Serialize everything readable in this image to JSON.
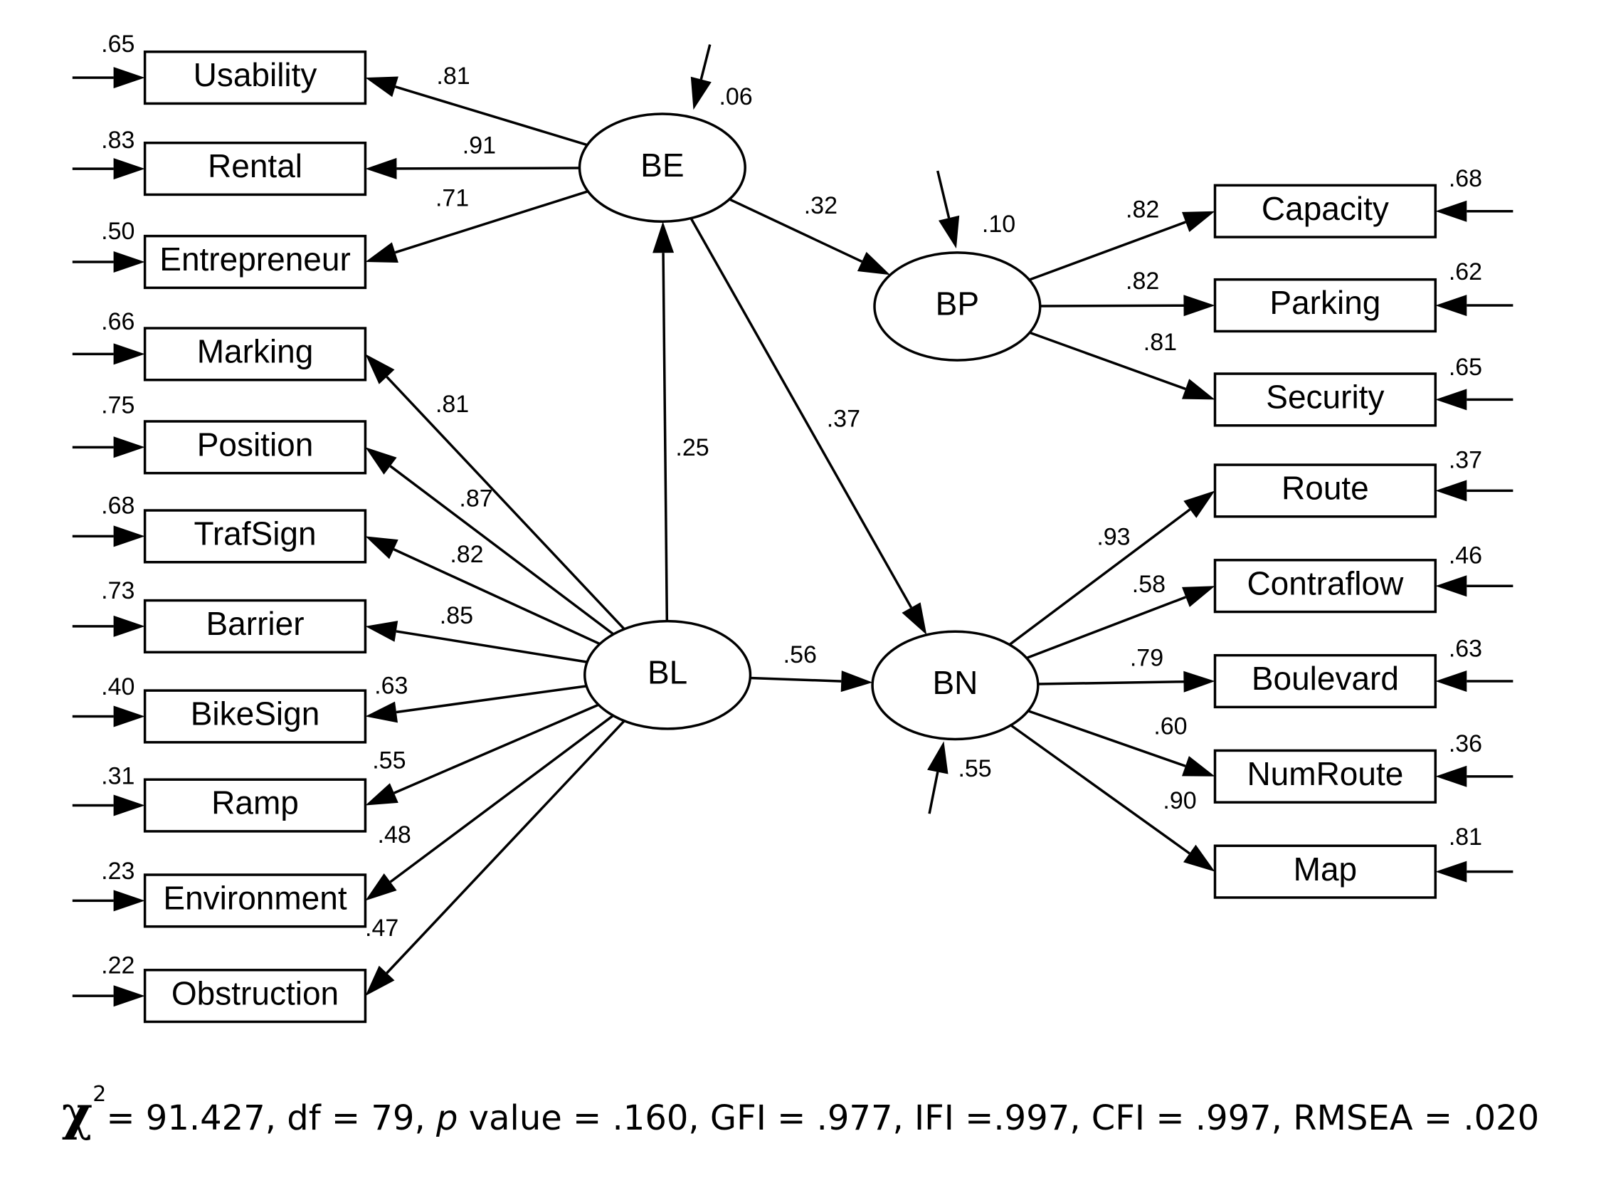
{
  "nodes": {
    "latent": [
      {
        "id": "BE",
        "label": "BE"
      },
      {
        "id": "BP",
        "label": "BP"
      },
      {
        "id": "BL",
        "label": "BL"
      },
      {
        "id": "BN",
        "label": "BN"
      }
    ],
    "observed": [
      {
        "id": "Usability",
        "label": "Usability"
      },
      {
        "id": "Rental",
        "label": "Rental"
      },
      {
        "id": "Entrepreneur",
        "label": "Entrepreneur"
      },
      {
        "id": "Marking",
        "label": "Marking"
      },
      {
        "id": "Position",
        "label": "Position"
      },
      {
        "id": "TrafSign",
        "label": "TrafSign"
      },
      {
        "id": "Barrier",
        "label": "Barrier"
      },
      {
        "id": "BikeSign",
        "label": "BikeSign"
      },
      {
        "id": "Ramp",
        "label": "Ramp"
      },
      {
        "id": "Environment",
        "label": "Environment"
      },
      {
        "id": "Obstruction",
        "label": "Obstruction"
      },
      {
        "id": "Capacity",
        "label": "Capacity"
      },
      {
        "id": "Parking",
        "label": "Parking"
      },
      {
        "id": "Security",
        "label": "Security"
      },
      {
        "id": "Route",
        "label": "Route"
      },
      {
        "id": "Contraflow",
        "label": "Contraflow"
      },
      {
        "id": "Boulevard",
        "label": "Boulevard"
      },
      {
        "id": "NumRoute",
        "label": "NumRoute"
      },
      {
        "id": "Map",
        "label": "Map"
      }
    ]
  },
  "structural_paths": [
    {
      "from": "BL",
      "to": "BE",
      "coef": ".25"
    },
    {
      "from": "BE",
      "to": "BP",
      "coef": ".32"
    },
    {
      "from": "BE",
      "to": "BN",
      "coef": ".37"
    },
    {
      "from": "BL",
      "to": "BN",
      "coef": ".56"
    }
  ],
  "loadings": [
    {
      "factor": "BE",
      "indicator": "Usability",
      "coef": ".81"
    },
    {
      "factor": "BE",
      "indicator": "Rental",
      "coef": ".91"
    },
    {
      "factor": "BE",
      "indicator": "Entrepreneur",
      "coef": ".71"
    },
    {
      "factor": "BL",
      "indicator": "Marking",
      "coef": ".81"
    },
    {
      "factor": "BL",
      "indicator": "Position",
      "coef": ".87"
    },
    {
      "factor": "BL",
      "indicator": "TrafSign",
      "coef": ".82"
    },
    {
      "factor": "BL",
      "indicator": "Barrier",
      "coef": ".85"
    },
    {
      "factor": "BL",
      "indicator": "BikeSign",
      "coef": ".63"
    },
    {
      "factor": "BL",
      "indicator": "Ramp",
      "coef": ".55"
    },
    {
      "factor": "BL",
      "indicator": "Environment",
      "coef": ".48"
    },
    {
      "factor": "BL",
      "indicator": "Obstruction",
      "coef": ".47"
    },
    {
      "factor": "BP",
      "indicator": "Capacity",
      "coef": ".82"
    },
    {
      "factor": "BP",
      "indicator": "Parking",
      "coef": ".82"
    },
    {
      "factor": "BP",
      "indicator": "Security",
      "coef": ".81"
    },
    {
      "factor": "BN",
      "indicator": "Route",
      "coef": ".93"
    },
    {
      "factor": "BN",
      "indicator": "Contraflow",
      "coef": ".58"
    },
    {
      "factor": "BN",
      "indicator": "Boulevard",
      "coef": ".79"
    },
    {
      "factor": "BN",
      "indicator": "NumRoute",
      "coef": ".60"
    },
    {
      "factor": "BN",
      "indicator": "Map",
      "coef": ".90"
    }
  ],
  "r_squared": [
    {
      "node": "Usability",
      "value": ".65"
    },
    {
      "node": "Rental",
      "value": ".83"
    },
    {
      "node": "Entrepreneur",
      "value": ".50"
    },
    {
      "node": "Marking",
      "value": ".66"
    },
    {
      "node": "Position",
      "value": ".75"
    },
    {
      "node": "TrafSign",
      "value": ".68"
    },
    {
      "node": "Barrier",
      "value": ".73"
    },
    {
      "node": "BikeSign",
      "value": ".40"
    },
    {
      "node": "Ramp",
      "value": ".31"
    },
    {
      "node": "Environment",
      "value": ".23"
    },
    {
      "node": "Obstruction",
      "value": ".22"
    },
    {
      "node": "Capacity",
      "value": ".68"
    },
    {
      "node": "Parking",
      "value": ".62"
    },
    {
      "node": "Security",
      "value": ".65"
    },
    {
      "node": "Route",
      "value": ".37"
    },
    {
      "node": "Contraflow",
      "value": ".46"
    },
    {
      "node": "Boulevard",
      "value": ".63"
    },
    {
      "node": "NumRoute",
      "value": ".36"
    },
    {
      "node": "Map",
      "value": ".81"
    },
    {
      "node": "BE",
      "value": ".06"
    },
    {
      "node": "BP",
      "value": ".10"
    },
    {
      "node": "BN",
      "value": ".55"
    }
  ],
  "fit": {
    "chi_symbol": "χ",
    "chi_exp": "2",
    "text_a": "= 91.427, df = 79, ",
    "p_symbol": "p",
    "text_b": " value = .160, GFI = .977, IFI =.997, CFI = .997, RMSEA = .020"
  }
}
